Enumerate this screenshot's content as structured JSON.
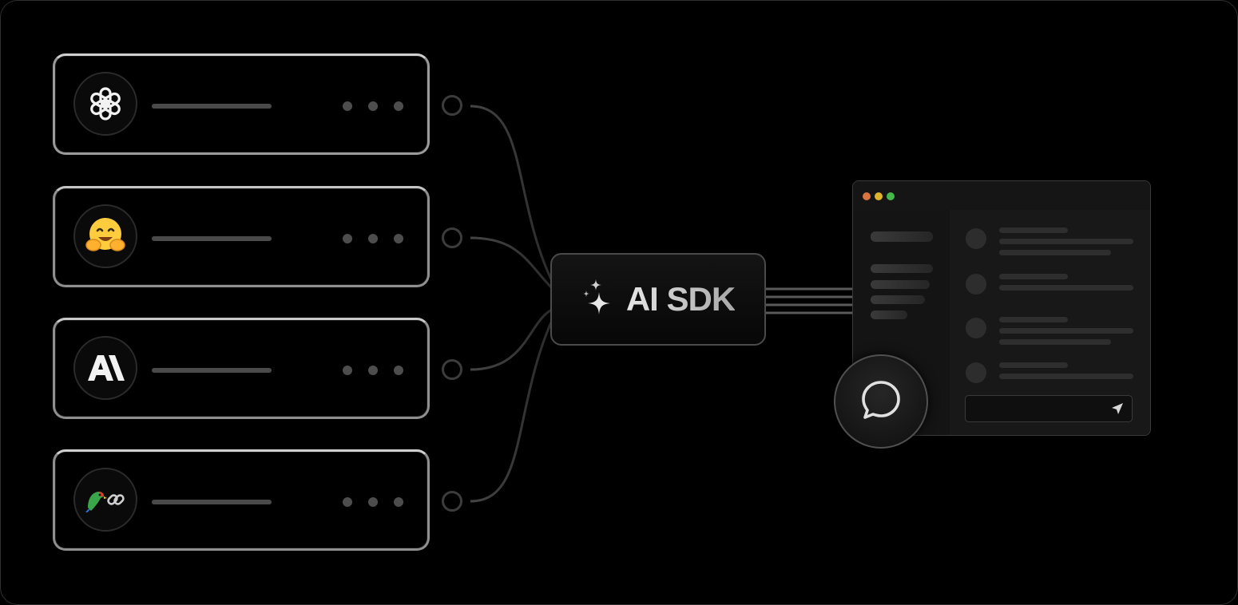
{
  "product": {
    "label": "AI SDK",
    "icon": "sparkles-icon"
  },
  "providers": [
    {
      "id": "openai",
      "icon": "openai-logo-icon"
    },
    {
      "id": "huggingface",
      "icon": "hugging-face-emoji-icon"
    },
    {
      "id": "anthropic",
      "icon": "anthropic-logo-icon",
      "logo_text": "A\\"
    },
    {
      "id": "langchain",
      "icon": "parrot-link-icon"
    }
  ],
  "app_window": {
    "traffic_lights": [
      "#d9733f",
      "#e0b32f",
      "#45b84b"
    ],
    "chat_icon": "chat-bubble-icon",
    "send_icon": "send-arrow-icon"
  },
  "colors": {
    "background": "#000000",
    "card_border": "#9a9a9a",
    "wire": "#3a3a3a"
  }
}
